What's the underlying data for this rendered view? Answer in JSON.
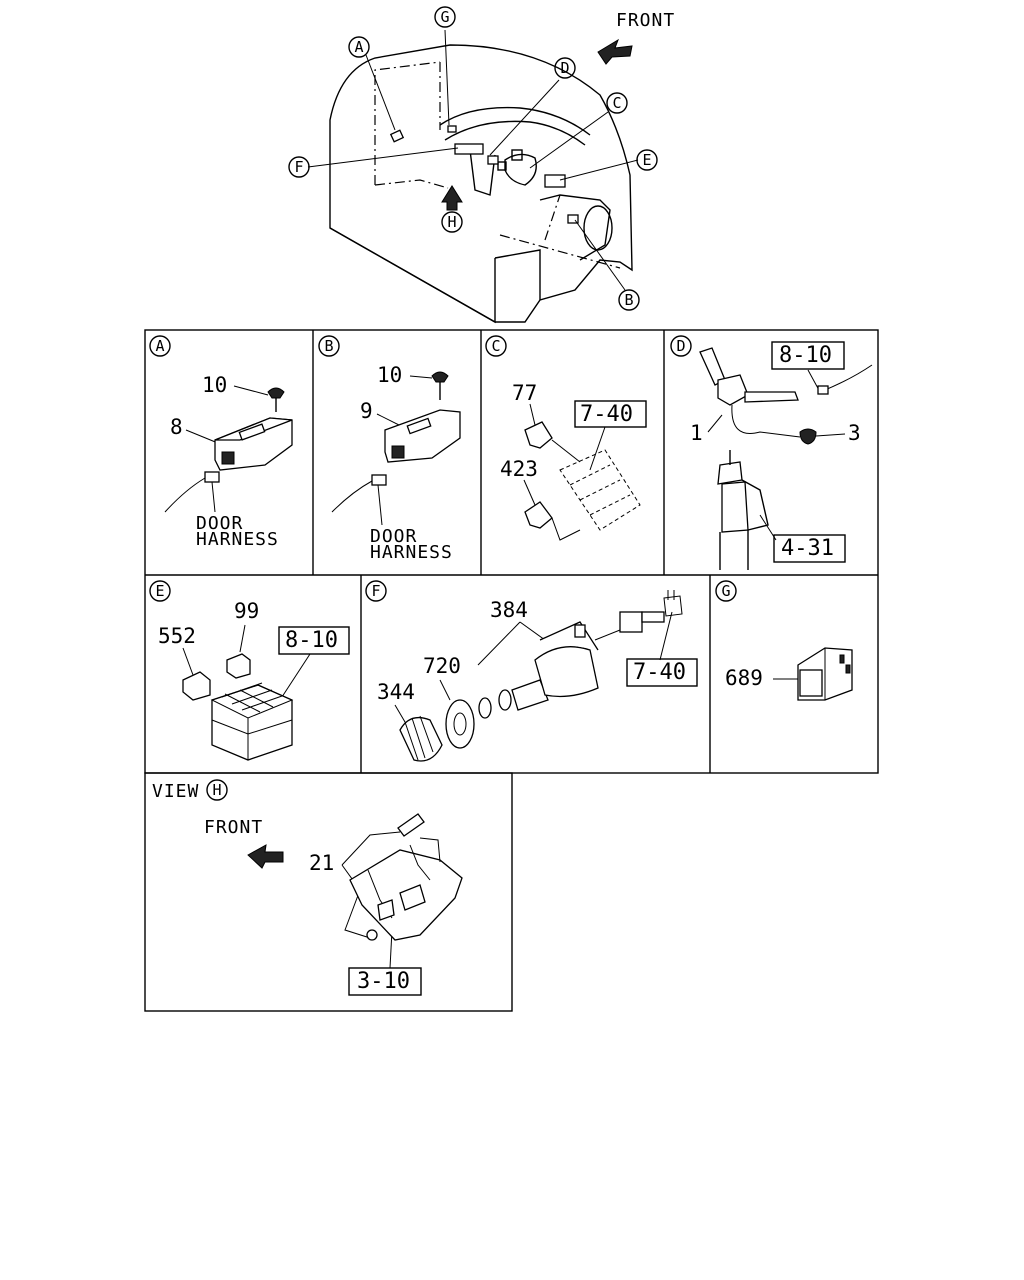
{
  "overview": {
    "front_label": "FRONT",
    "callouts": [
      "A",
      "B",
      "C",
      "D",
      "E",
      "F",
      "G",
      "H"
    ]
  },
  "panels": {
    "A": {
      "letter": "A",
      "parts": [
        "10",
        "8"
      ],
      "note_line1": "DOOR",
      "note_line2": "HARNESS"
    },
    "B": {
      "letter": "B",
      "parts": [
        "10",
        "9"
      ],
      "note_line1": "DOOR",
      "note_line2": "HARNESS"
    },
    "C": {
      "letter": "C",
      "parts": [
        "77",
        "423"
      ],
      "ref": "7-40"
    },
    "D": {
      "letter": "D",
      "parts": [
        "1",
        "3"
      ],
      "refs": [
        "8-10",
        "4-31"
      ]
    },
    "E": {
      "letter": "E",
      "parts": [
        "552",
        "99"
      ],
      "ref": "8-10"
    },
    "F": {
      "letter": "F",
      "parts": [
        "384",
        "720",
        "344"
      ],
      "ref": "7-40"
    },
    "G": {
      "letter": "G",
      "parts": [
        "689"
      ]
    },
    "H": {
      "view_label": "VIEW",
      "letter": "H",
      "front_label": "FRONT",
      "parts": [
        "21"
      ],
      "ref": "3-10"
    }
  }
}
